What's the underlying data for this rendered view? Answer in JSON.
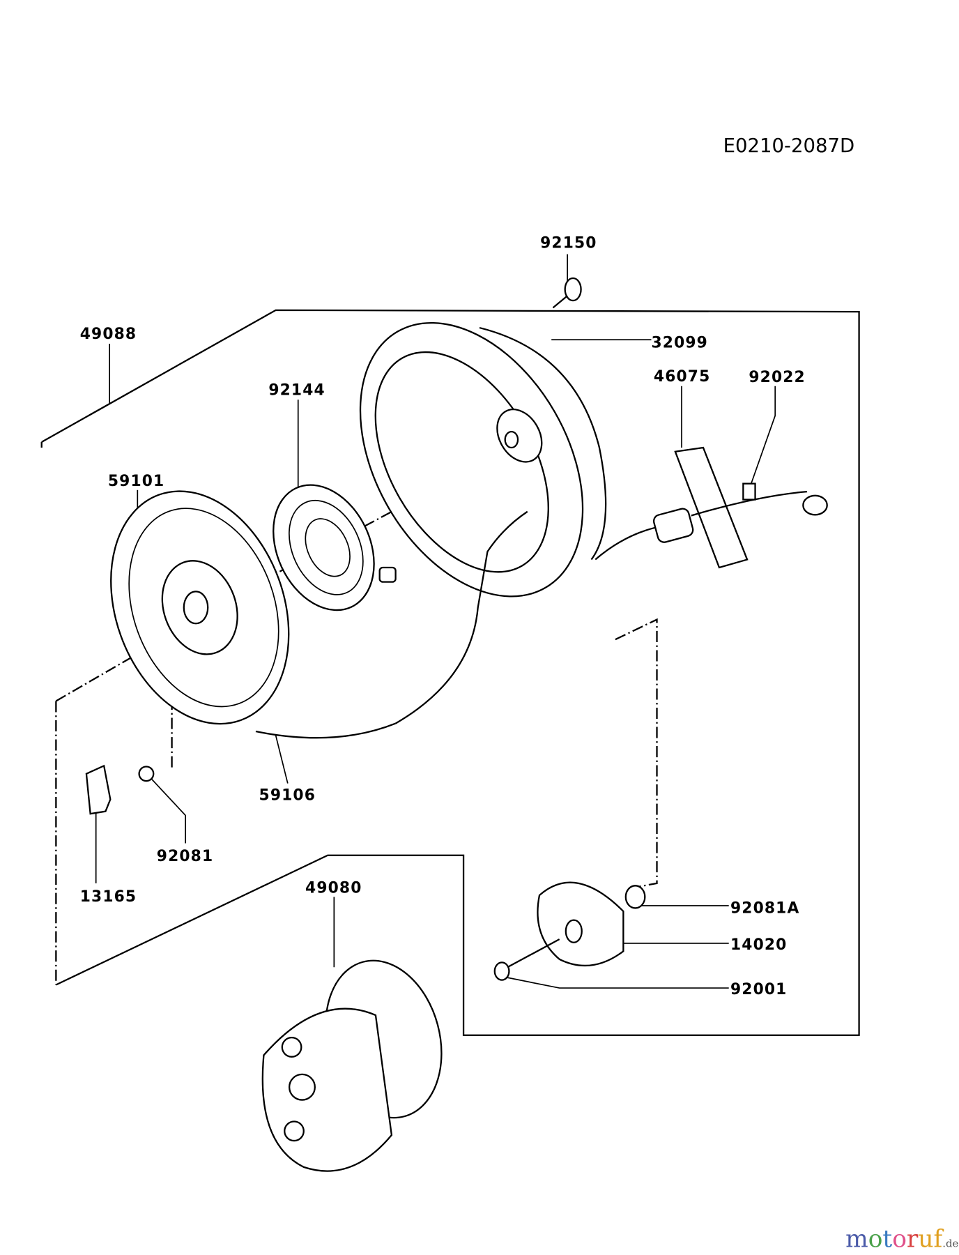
{
  "diagram_code": "E0210-2087D",
  "parts": {
    "p92150": "92150",
    "p49088": "49088",
    "p32099": "32099",
    "p92144": "92144",
    "p46075": "46075",
    "p92022": "92022",
    "p59101": "59101",
    "p59106": "59106",
    "p92081": "92081",
    "p13165": "13165",
    "p49080": "49080",
    "p92081A": "92081A",
    "p14020": "14020",
    "p92001": "92001"
  },
  "watermark": {
    "text": "motoruf",
    "suffix": ".de"
  }
}
